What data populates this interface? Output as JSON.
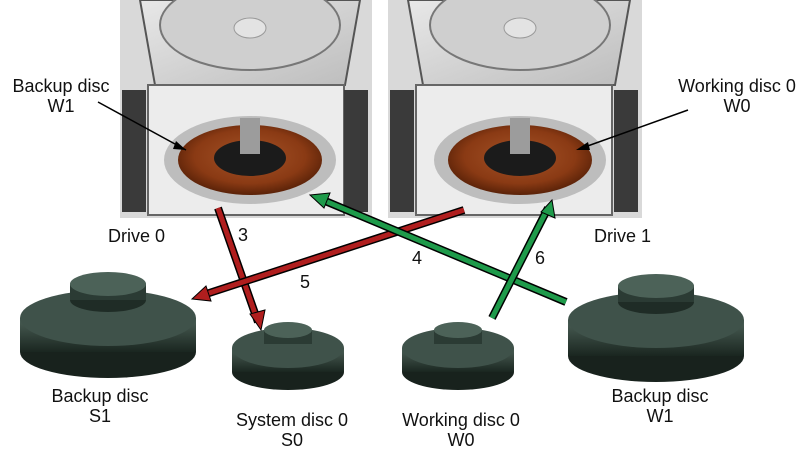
{
  "drives": [
    {
      "label": "Drive 0"
    },
    {
      "label": "Drive 1"
    }
  ],
  "mounted_discs": {
    "left": {
      "line1": "Backup disc",
      "line2": "W1"
    },
    "right": {
      "line1": "Working disc 0",
      "line2": "W0"
    }
  },
  "loose_discs": [
    {
      "line1": "Backup disc",
      "line2": "S1"
    },
    {
      "line1": "System disc 0",
      "line2": "S0"
    },
    {
      "line1": "Working disc 0",
      "line2": "W0"
    },
    {
      "line1": "Backup disc",
      "line2": "W1"
    }
  ],
  "steps": {
    "s3": "3",
    "s4": "4",
    "s5": "5",
    "s6": "6"
  },
  "colors": {
    "red_arrow": "#b01e1e",
    "green_arrow": "#1e9a4a",
    "disc_brown": "#8a3a14",
    "pack_dark": "#2b3b34"
  }
}
